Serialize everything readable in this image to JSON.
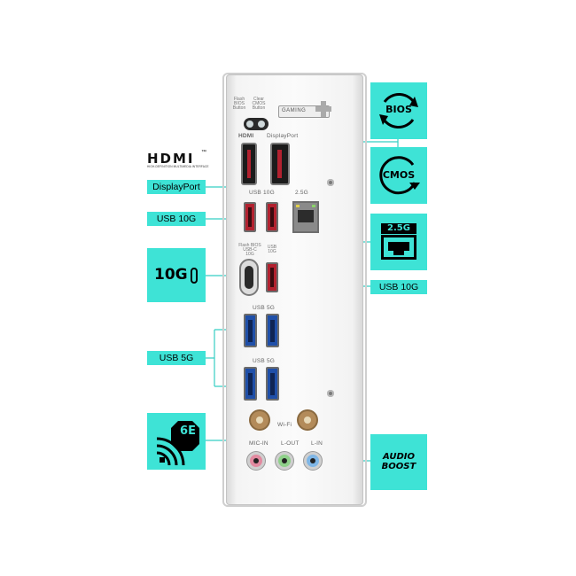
{
  "brand": {
    "hdmi_logo": "HDMI",
    "hdmi_tm": "™",
    "hdmi_tagline": "HIGH-DEFINITION MULTIMEDIA INTERFACE",
    "gaming_label": "GAMING"
  },
  "callouts": {
    "displayport": "DisplayPort",
    "usb10g_left": "USB 10G",
    "usb10g_right": "USB 10G",
    "usb5g": "USB 5G",
    "bios": "BIOS",
    "cmos": "CMOS",
    "lan_speed": "2.5G",
    "usbc_speed": "10G",
    "wifi": "6E",
    "audio_line1": "AUDIO",
    "audio_line2": "BOOST"
  },
  "panel_labels": {
    "flash_bios": "Flash BIOS Button",
    "clear_cmos": "Clear CMOS Button",
    "hdmi": "HDMI",
    "displayport": "DisplayPort",
    "usb10g_top": "USB 10G",
    "lan": "2.5G",
    "flash_bios_usbc": "Flash BIOS USB-C 10G",
    "usb10g_side": "USB 10G",
    "usb5g_a": "USB 5G",
    "usb5g_b": "USB 5G",
    "wifi": "Wi-Fi",
    "mic_in": "MIC-IN",
    "l_out": "L-OUT",
    "l_in": "L-IN"
  },
  "colors": {
    "accent": "#3ee3d6",
    "line": "#35cfc3",
    "usb10g": "#b2212f",
    "usb5g": "#1f4fa8",
    "mic": "#e28aa0",
    "lineout": "#8fd18a",
    "linein": "#7fb6e6"
  },
  "icons": [
    "bios-refresh-icon",
    "cmos-reset-icon",
    "ethernet-icon",
    "usb-c-icon",
    "wifi-icon",
    "hdmi-logo-icon"
  ]
}
